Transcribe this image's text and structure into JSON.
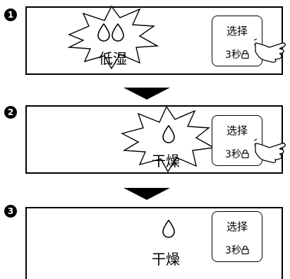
{
  "steps": [
    {
      "badge": "1",
      "mode_label": "低湿",
      "drops": 2,
      "select_label": "选择",
      "hold_text": "3秒",
      "hand_pressing": true,
      "burst": true
    },
    {
      "badge": "2",
      "mode_label": "干燥",
      "drops": 1,
      "select_label": "选择",
      "hold_text": "3秒",
      "hand_pressing": true,
      "burst": true
    },
    {
      "badge": "3",
      "mode_label": "干燥",
      "drops": 1,
      "select_label": "选择",
      "hold_text": "3秒",
      "hand_pressing": false,
      "burst": false
    }
  ],
  "icons": {
    "drop": "water-drop-icon",
    "lock": "lock-icon",
    "hand": "hand-pointer-icon",
    "arrow": "down-arrow-icon"
  }
}
